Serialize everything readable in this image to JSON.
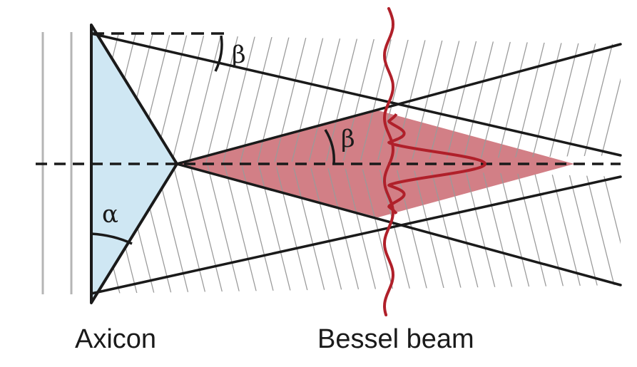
{
  "labels": {
    "axicon": "Axicon",
    "bessel_beam": "Bessel beam",
    "alpha": "α",
    "beta_top": "β",
    "beta_inner": "β"
  },
  "colors": {
    "axicon_fill": "#cfe7f3",
    "overlap_fill": "#d27f86",
    "wave": "#b0202a",
    "outline": "#1a1a1a",
    "hatch": "#9a9a9a",
    "input_lines": "#b5b5b5"
  },
  "icons": {
    "axicon": "cone-prism",
    "bessel_profile": "bessel-intensity-curve"
  }
}
